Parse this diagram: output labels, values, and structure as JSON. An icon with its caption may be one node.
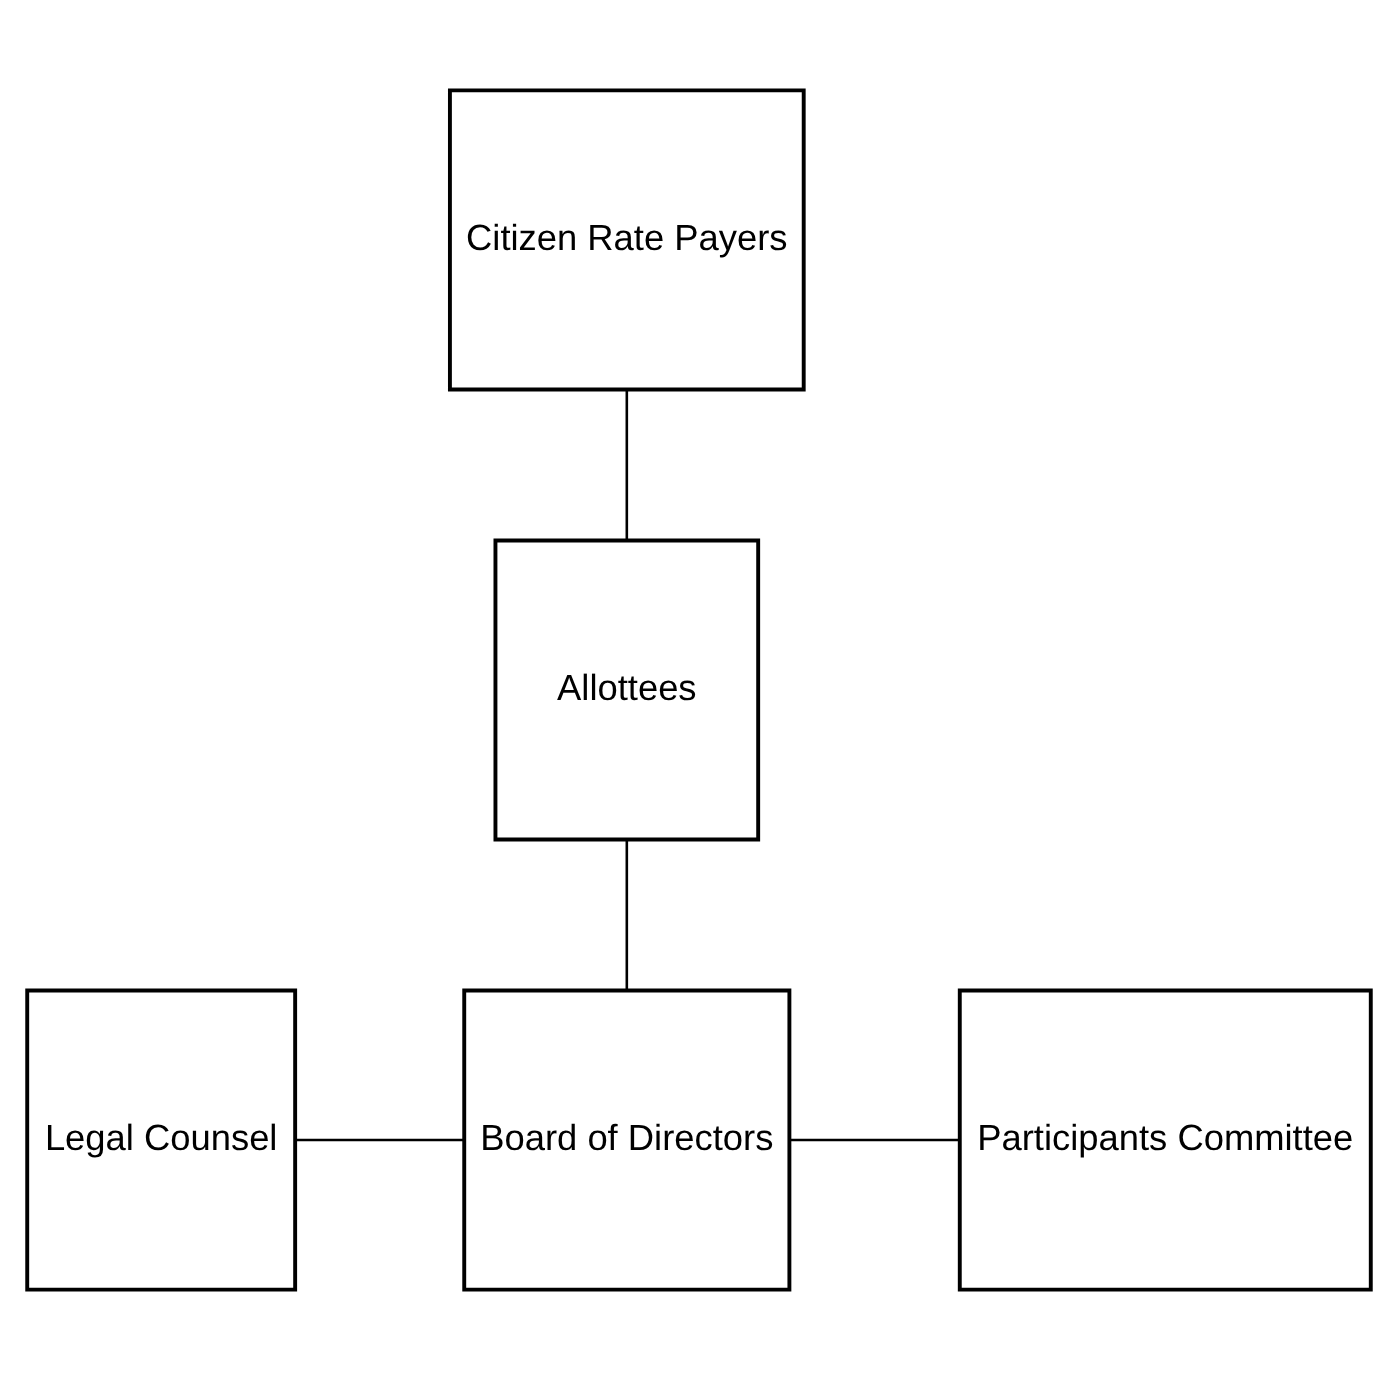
{
  "diagram": {
    "nodes": [
      {
        "text": [
          "Citizen Rate Payers"
        ]
      },
      {
        "text": [
          "Allottees"
        ]
      },
      {
        "text": [
          "Legal Counsel"
        ]
      },
      {
        "text": [
          "Board of Directors"
        ]
      },
      {
        "text": [
          "Participants Committee"
        ]
      }
    ],
    "edges": [
      {
        "from": 0,
        "to": 1,
        "arrow": "none"
      },
      {
        "from": 1,
        "to": 3,
        "arrow": "none"
      },
      {
        "from": 2,
        "to": 3,
        "arrow": "none"
      },
      {
        "from": 3,
        "to": 4,
        "arrow": "none"
      }
    ]
  }
}
